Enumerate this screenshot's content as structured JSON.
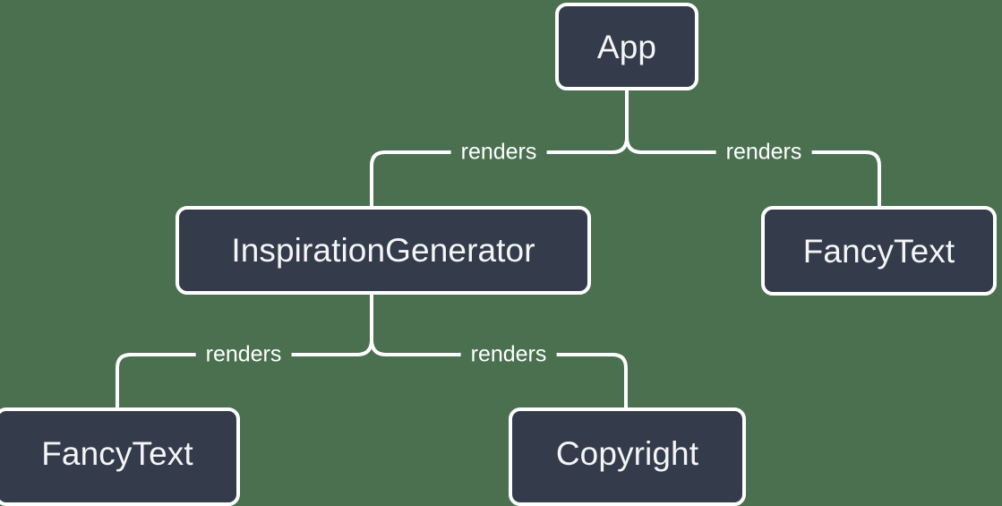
{
  "diagram": {
    "type": "component-tree",
    "background_color": "#4a7050",
    "node_fill_color": "#343b4a",
    "node_border_color": "#ffffff",
    "edge_color": "#ffffff",
    "nodes": [
      {
        "id": "app",
        "label": "App"
      },
      {
        "id": "inspgen",
        "label": "InspirationGenerator"
      },
      {
        "id": "fancy_right",
        "label": "FancyText"
      },
      {
        "id": "fancy_left",
        "label": "FancyText"
      },
      {
        "id": "copyright",
        "label": "Copyright"
      }
    ],
    "edges": [
      {
        "from": "app",
        "to": "inspgen",
        "label": "renders"
      },
      {
        "from": "app",
        "to": "fancy_right",
        "label": "renders"
      },
      {
        "from": "inspgen",
        "to": "fancy_left",
        "label": "renders"
      },
      {
        "from": "inspgen",
        "to": "copyright",
        "label": "renders"
      }
    ]
  }
}
